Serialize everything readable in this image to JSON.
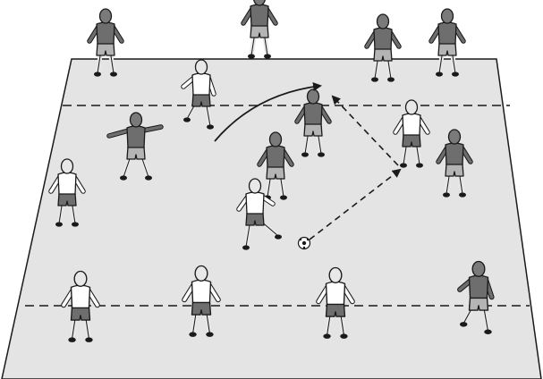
{
  "colors": {
    "pitch_fill": "#e4e4e4",
    "pitch_line": "#1a1a1a",
    "dark_team_shirt": "#6e6e6e",
    "dark_team_shorts": "#b4b4b4",
    "light_team_shirt": "#ffffff",
    "light_team_shorts": "#6e6e6e",
    "skin": "#e8e8e8",
    "head_dark": "#7a7a7a",
    "shoe": "#1a1a1a",
    "ball": "#ffffff"
  },
  "players": [
    {
      "team": "dark",
      "role": "sideline-player",
      "pose": "ready"
    },
    {
      "team": "dark",
      "role": "sideline-player",
      "pose": "ready"
    },
    {
      "team": "dark",
      "role": "sideline-player",
      "pose": "ready"
    },
    {
      "team": "dark",
      "role": "sideline-player",
      "pose": "ready"
    },
    {
      "team": "light",
      "role": "overlapping-runner",
      "pose": "running"
    },
    {
      "team": "dark",
      "role": "defender",
      "pose": "lunge"
    },
    {
      "team": "dark",
      "role": "defender",
      "pose": "ready"
    },
    {
      "team": "dark",
      "role": "defender",
      "pose": "ready"
    },
    {
      "team": "light",
      "role": "attacker",
      "pose": "ready"
    },
    {
      "team": "dark",
      "role": "defender",
      "pose": "ready"
    },
    {
      "team": "light",
      "role": "wall-passer",
      "pose": "ready"
    },
    {
      "team": "light",
      "role": "ball-carrier",
      "pose": "kicking"
    },
    {
      "team": "light",
      "role": "sideline-player",
      "pose": "ready"
    },
    {
      "team": "light",
      "role": "sideline-player",
      "pose": "ready"
    },
    {
      "team": "light",
      "role": "sideline-player",
      "pose": "ready"
    },
    {
      "team": "dark",
      "role": "sideline-player",
      "pose": "running"
    }
  ],
  "movements": [
    {
      "type": "run",
      "style": "solid-arrow",
      "from": "overlapping-runner"
    },
    {
      "type": "pass",
      "style": "dashed-arrow",
      "from": "ball",
      "to": "wall-passer"
    },
    {
      "type": "pass",
      "style": "dashed-arrow",
      "from": "wall-passer",
      "to": "run-target"
    }
  ]
}
